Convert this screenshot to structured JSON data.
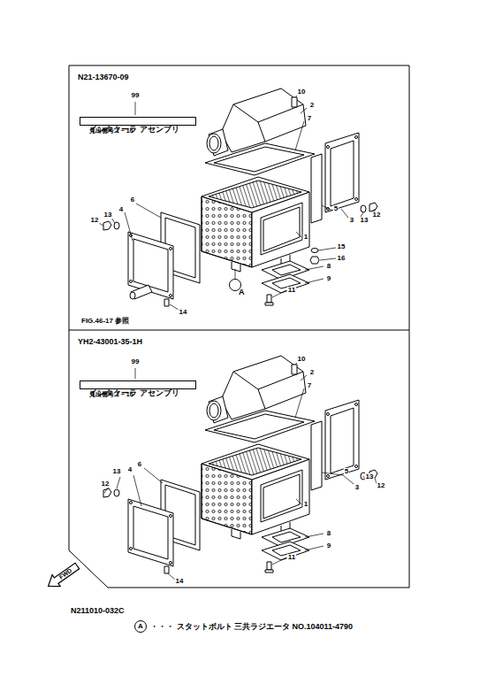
{
  "diagram": {
    "nodes": [
      {
        "text": [
          "N21-13670-09"
        ]
      },
      {
        "text": [
          "インタクーラ アセンブリ",
          "見出番号 1 ~ 16"
        ],
        "in": 0
      },
      {
        "text": [
          "A"
        ],
        "in": 0
      },
      {
        "text": [
          "YH2-43001-35-1H"
        ]
      },
      {
        "text": [
          "インタクーラ アセンブリ",
          "見出番号 1 ~ 16"
        ],
        "in": 3
      },
      {
        "text": [
          "A"
        ]
      },
      {
        "text": [
          "FWD"
        ]
      }
    ],
    "edges": [],
    "labels": [
      "99",
      "10",
      "2",
      "7",
      "6",
      "4",
      "13",
      "12",
      "3",
      "13",
      "12",
      "5",
      "1",
      "15",
      "16",
      "8",
      "9",
      "11",
      "14",
      "FIG.46-17 参照",
      "99",
      "10",
      "2",
      "7",
      "6",
      "13",
      "12",
      "4",
      "3",
      "13",
      "12",
      "5",
      "1",
      "8",
      "9",
      "11",
      "14",
      "N211010-032C",
      "・・・ スタットボルト 三共ラジエータ NO.104011-4790"
    ]
  }
}
